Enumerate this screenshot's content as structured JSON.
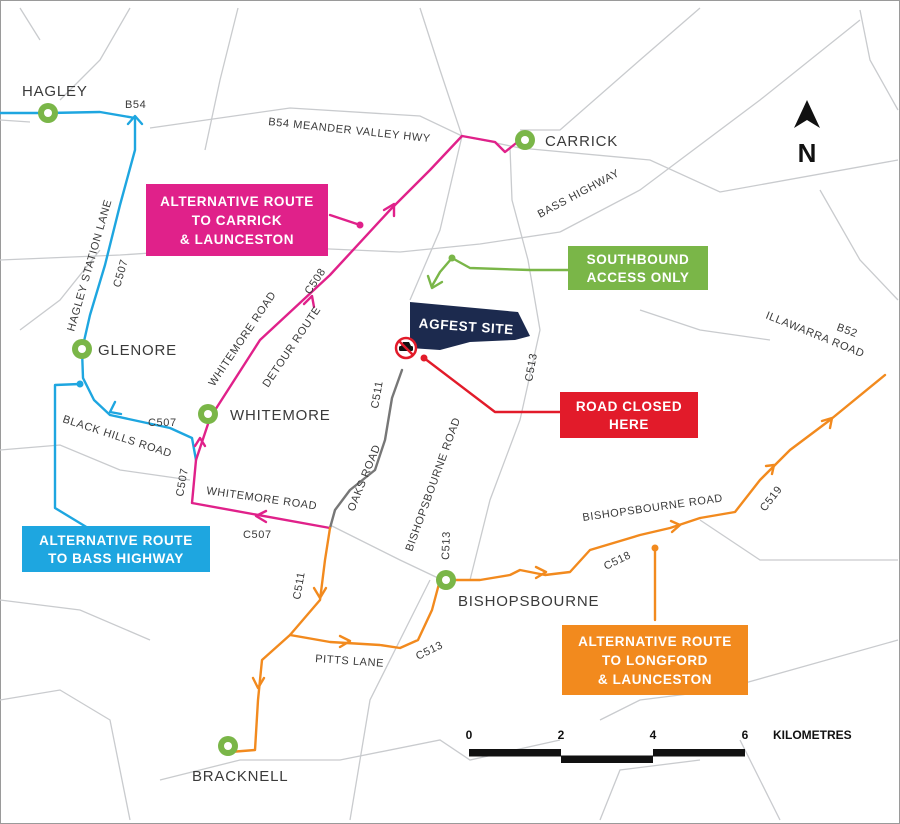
{
  "map": {
    "colors": {
      "pink": "#e0218a",
      "blue": "#1ea6e0",
      "orange": "#f28a1e",
      "green": "#7ab648",
      "grey": "#777777",
      "red": "#e21b2a",
      "navy": "#1c2a4e",
      "town_marker": "#7ab648",
      "background_roads": "#c9cbce"
    },
    "towns": {
      "hagley": "HAGLEY",
      "carrick": "CARRICK",
      "glenore": "GLENORE",
      "whitemore": "WHITEMORE",
      "bishopsbourne": "BISHOPSBOURNE",
      "bracknell": "BRACKNELL"
    },
    "roads": {
      "b54": "B54",
      "meander_valley_hwy": "B54 MEANDER VALLEY HWY",
      "bass_highway": "BASS HIGHWAY",
      "hagley_station_lane": "HAGLEY STATION LANE",
      "c507_a": "C507",
      "c507_b": "C507",
      "c507_c": "C507",
      "c507_d": "C507",
      "c508": "C508",
      "whitemore_road_1": "WHITEMORE ROAD",
      "whitemore_road_2": "WHITEMORE ROAD",
      "detour_route": "DETOUR ROUTE",
      "black_hills_road": "BLACK HILLS ROAD",
      "c511_a": "C511",
      "c511_b": "C511",
      "oaks_road": "OAKS ROAD",
      "c513_a": "C513",
      "c513_b": "C513",
      "c513_c": "C513",
      "bishopsbourne_road_1": "BISHOPSBOURNE ROAD",
      "bishopsbourne_road_2": "BISHOPSBOURNE ROAD",
      "c518": "C518",
      "c519": "C519",
      "b52": "B52",
      "illawarra_road": "ILLAWARRA ROAD",
      "pitts_lane": "PITTS LANE"
    },
    "callouts": {
      "carrick_route": [
        "ALTERNATIVE ROUTE",
        "TO CARRICK",
        "& LAUNCESTON"
      ],
      "southbound": [
        "SOUTHBOUND",
        "ACCESS ONLY"
      ],
      "agfest": "AGFEST SITE",
      "road_closed": [
        "ROAD CLOSED",
        "HERE"
      ],
      "bass_route": [
        "ALTERNATIVE ROUTE",
        "TO BASS HIGHWAY"
      ],
      "longford_route": [
        "ALTERNATIVE ROUTE",
        "TO LONGFORD",
        "& LAUNCESTON"
      ]
    },
    "north": "N",
    "scale": {
      "ticks": [
        "0",
        "2",
        "4",
        "6"
      ],
      "unit": "KILOMETRES"
    }
  }
}
